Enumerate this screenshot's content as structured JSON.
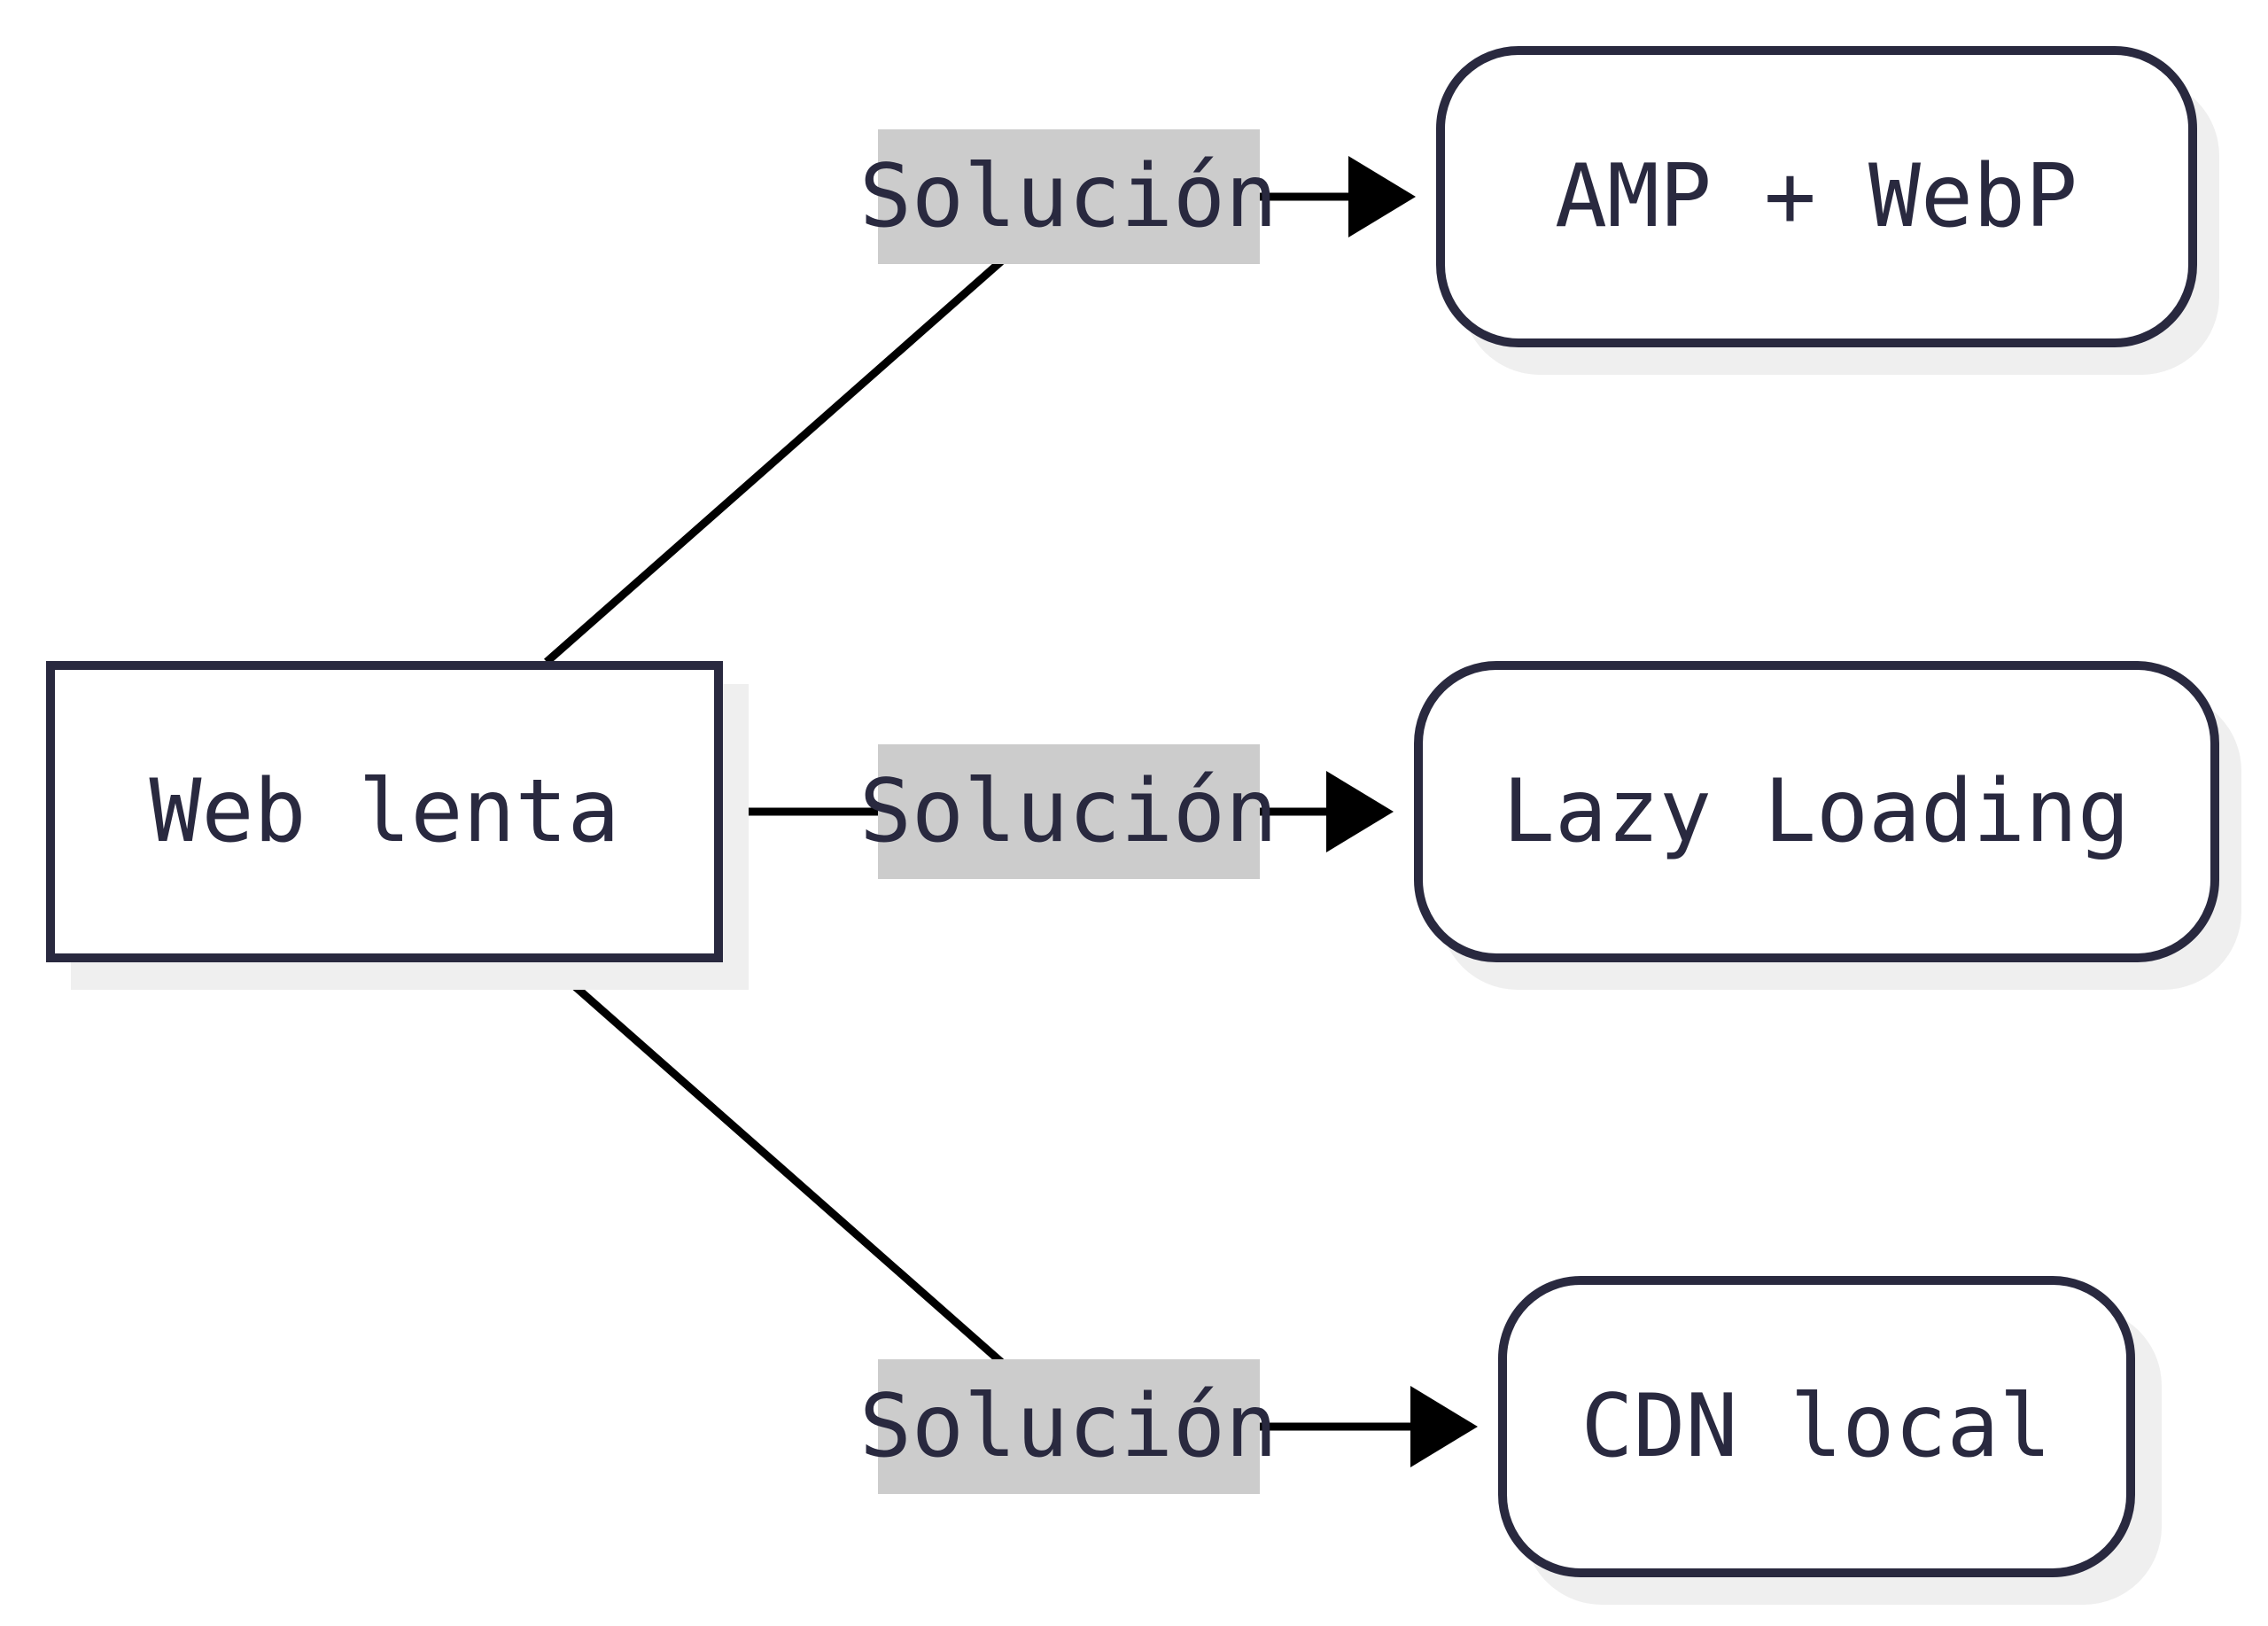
{
  "diagram": {
    "colors": {
      "node_stroke": "#29293f",
      "node_fill": "#ffffff",
      "shadow": "#efefef",
      "edge": "#000000",
      "label_bg": "#cccccc",
      "text": "#29293f"
    },
    "source": {
      "label": "Web lenta",
      "shape": "rectangle"
    },
    "targets": [
      {
        "label": "AMP + WebP",
        "shape": "rounded-rectangle"
      },
      {
        "label": "Lazy Loading",
        "shape": "rounded-rectangle"
      },
      {
        "label": "CDN local",
        "shape": "rounded-rectangle"
      }
    ],
    "edges": [
      {
        "from": "Web lenta",
        "to": "AMP + WebP",
        "label": "Solución"
      },
      {
        "from": "Web lenta",
        "to": "Lazy Loading",
        "label": "Solución"
      },
      {
        "from": "Web lenta",
        "to": "CDN local",
        "label": "Solución"
      }
    ]
  }
}
